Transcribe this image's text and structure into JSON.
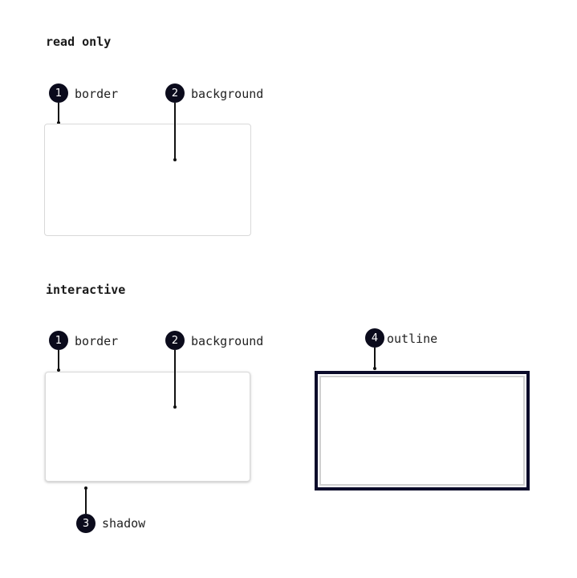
{
  "sections": {
    "read_only": {
      "title": "read only",
      "callouts": [
        {
          "number": "1",
          "label": "border"
        },
        {
          "number": "2",
          "label": "background"
        }
      ]
    },
    "interactive": {
      "title": "interactive",
      "callouts": [
        {
          "number": "1",
          "label": "border"
        },
        {
          "number": "2",
          "label": "background"
        },
        {
          "number": "3",
          "label": "shadow"
        },
        {
          "number": "4",
          "label": "outline"
        }
      ]
    }
  },
  "colors": {
    "badge": "#0b0b1c",
    "card_border": "#d9d9d9",
    "outline": "#0b0b2a",
    "background": "#ffffff"
  }
}
